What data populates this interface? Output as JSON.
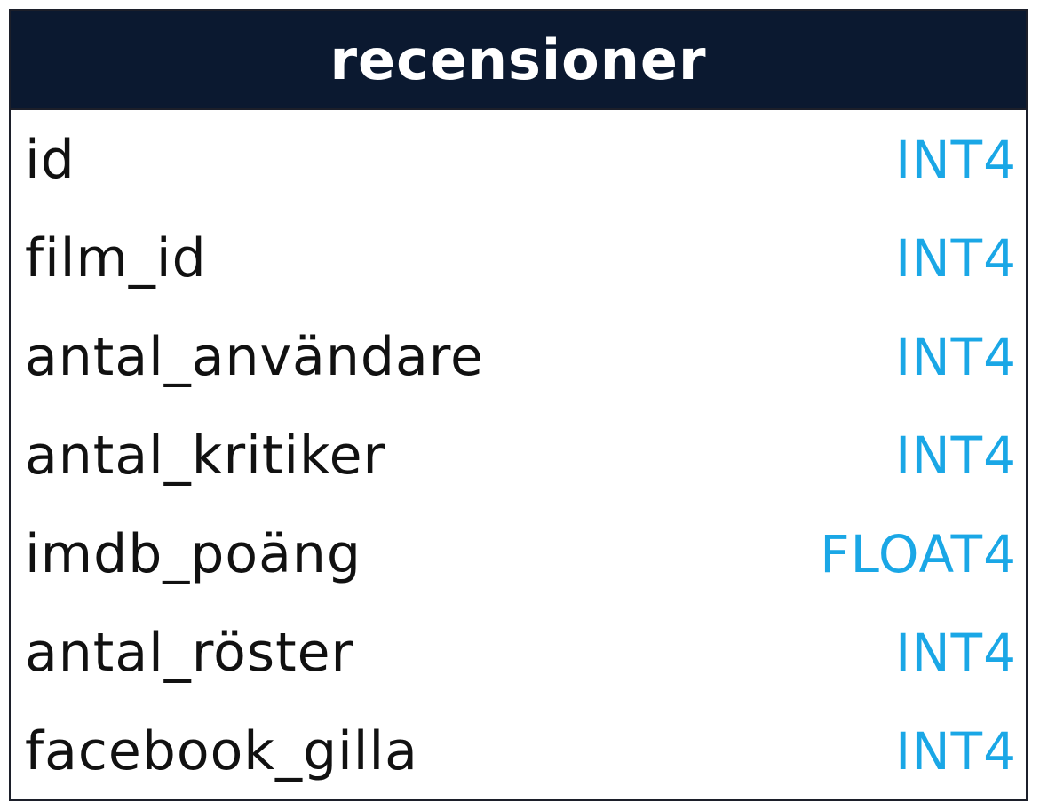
{
  "table": {
    "name": "recensioner",
    "colors": {
      "header_bg": "#0b1930",
      "header_text": "#ffffff",
      "type_text": "#1aa7e6",
      "field_text": "#111111"
    },
    "fields": [
      {
        "name": "id",
        "type": "INT4"
      },
      {
        "name": "film_id",
        "type": "INT4"
      },
      {
        "name": "antal_användare",
        "type": "INT4"
      },
      {
        "name": "antal_kritiker",
        "type": "INT4"
      },
      {
        "name": "imdb_poäng",
        "type": "FLOAT4"
      },
      {
        "name": "antal_röster",
        "type": "INT4"
      },
      {
        "name": "facebook_gilla",
        "type": "INT4"
      }
    ]
  }
}
